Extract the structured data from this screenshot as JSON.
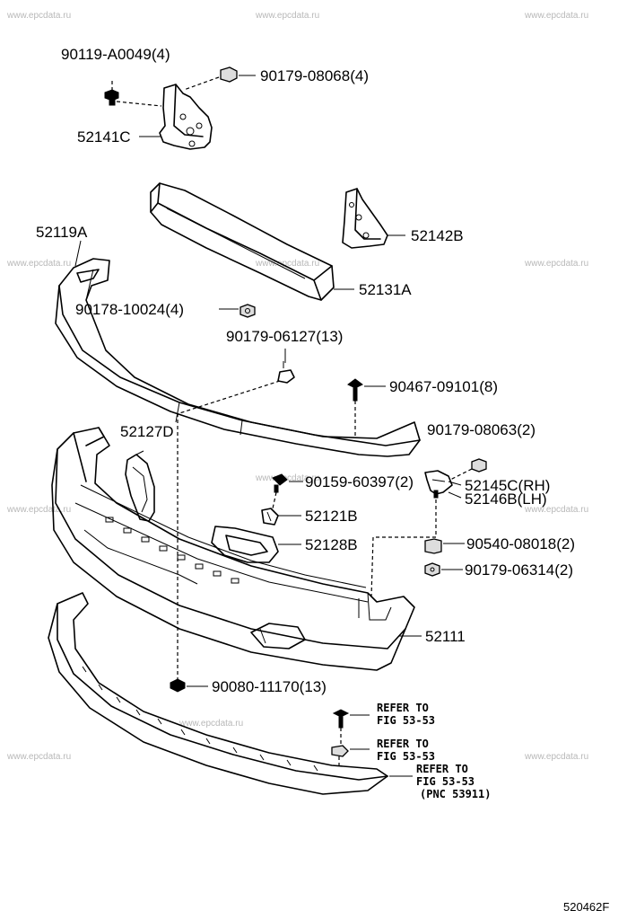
{
  "watermarks": [
    "www.epcdata.ru"
  ],
  "labels": {
    "p1": "90119-A0049(4)",
    "p2": "90179-08068(4)",
    "p3": "52141C",
    "p4": "52142B",
    "p5": "52119A",
    "p6": "52131A",
    "p7": "90178-10024(4)",
    "p8": "90179-06127(13)",
    "p9": "90467-09101(8)",
    "p10": "52127D",
    "p11": "90179-08063(2)",
    "p12": "90159-60397(2)",
    "p13": "52145C(RH)",
    "p14": "52146B(LH)",
    "p15": "52121B",
    "p16": "52128B",
    "p17": "90540-08018(2)",
    "p18": "90179-06314(2)",
    "p19": "52111",
    "p20": "90080-11170(13)"
  },
  "refer": {
    "a1": "REFER TO",
    "a2": "FIG  53-53",
    "b1": "REFER TO",
    "b2": "FIG  53-53",
    "c1": "REFER TO",
    "c2": "FIG  53-53",
    "c3": "(PNC 53911)"
  },
  "figure_code": "520462F"
}
